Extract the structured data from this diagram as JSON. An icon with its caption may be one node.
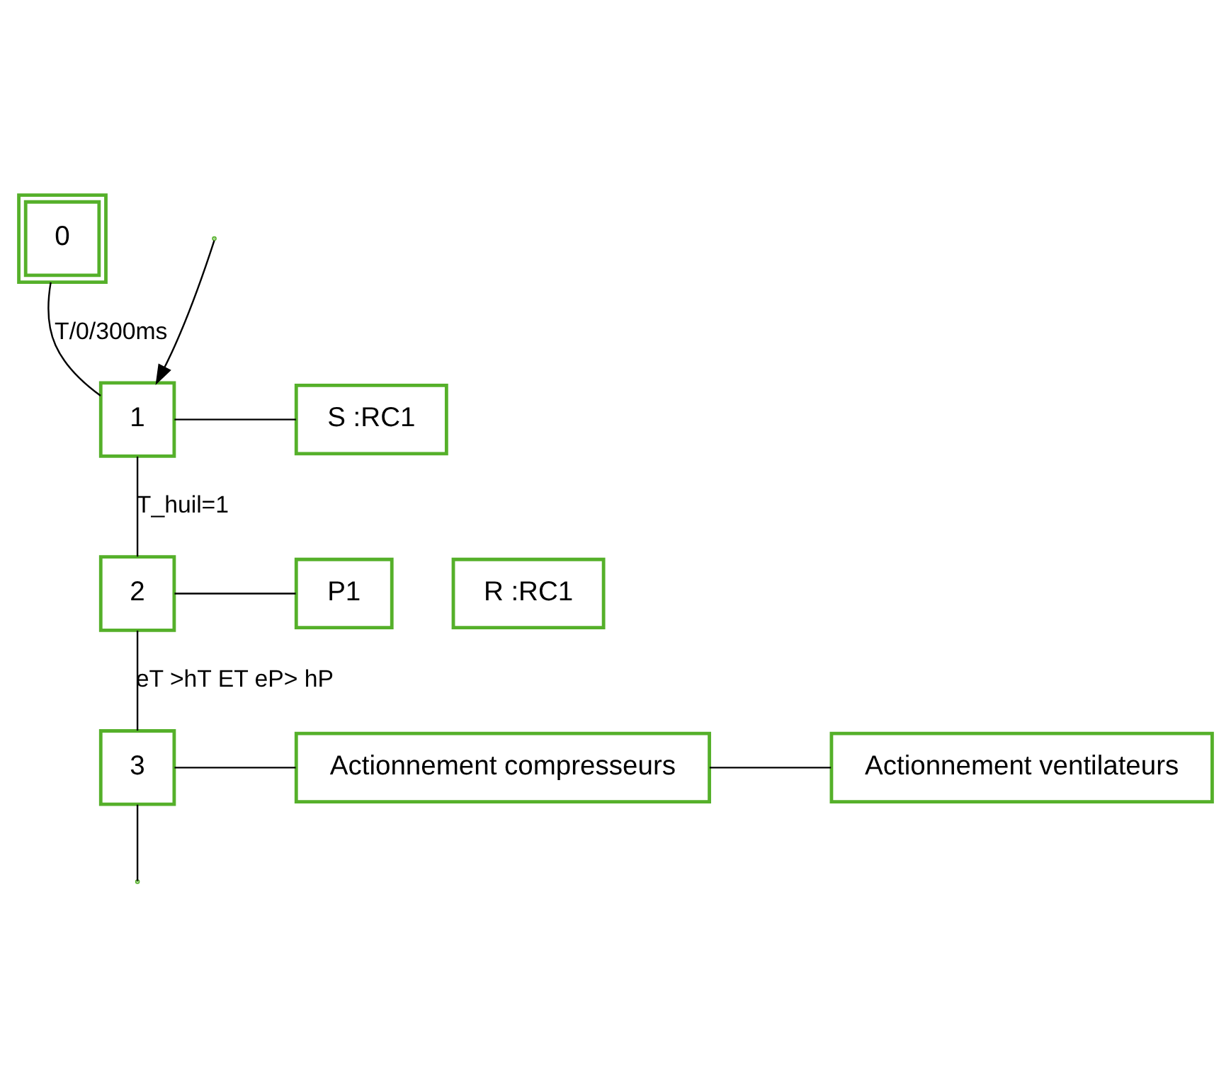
{
  "diagram": {
    "nodes": [
      {
        "text": [
          "0"
        ]
      },
      {
        "text": [
          "1"
        ]
      },
      {
        "text": [
          "S :RC1"
        ]
      },
      {
        "text": [
          "2"
        ]
      },
      {
        "text": [
          "P1"
        ]
      },
      {
        "text": [
          "R :RC1"
        ]
      },
      {
        "text": [
          "3"
        ]
      },
      {
        "text": [
          "Actionnement compresseurs"
        ]
      },
      {
        "text": [
          "Actionnement ventilateurs"
        ]
      }
    ],
    "edges": [
      {
        "from": 0,
        "to": 1,
        "arrow": "none",
        "label": "T/0/300ms"
      },
      {
        "from": 1,
        "to": 2,
        "arrow": "none"
      },
      {
        "from": 1,
        "to": 3,
        "arrow": "none",
        "label": "T_huil=1"
      },
      {
        "from": 3,
        "to": 4,
        "arrow": "none"
      },
      {
        "from": 3,
        "to": 6,
        "arrow": "none",
        "label": "eT >hT ET eP> hP"
      },
      {
        "from": 6,
        "to": 7,
        "arrow": "none"
      },
      {
        "from": 7,
        "to": 8,
        "arrow": "none"
      },
      {
        "from": 6,
        "to": null,
        "arrow": "none"
      },
      {
        "from": null,
        "to": 1,
        "arrow": "to"
      }
    ]
  }
}
